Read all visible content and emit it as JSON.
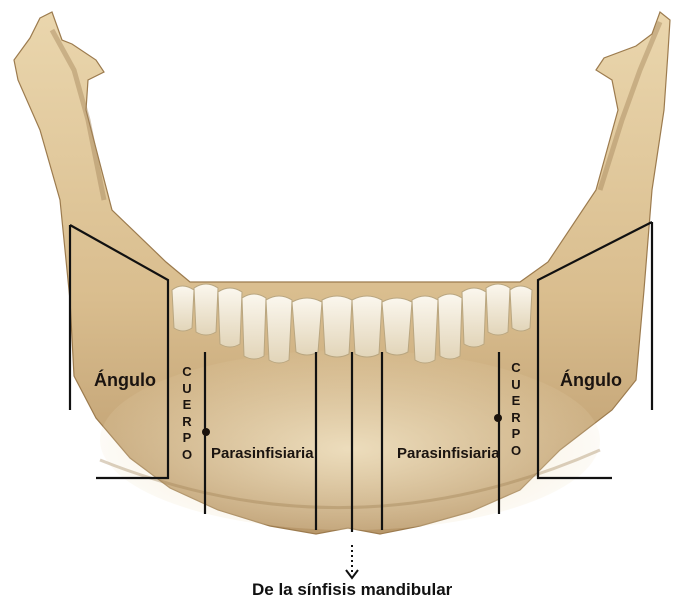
{
  "labels": {
    "angulo_left": "Ángulo",
    "angulo_right": "Ángulo",
    "cuerpo_left": [
      "C",
      "U",
      "E",
      "R",
      "P",
      "O"
    ],
    "cuerpo_right": [
      "C",
      "U",
      "E",
      "R",
      "P",
      "O"
    ],
    "parasinfisiaria_left": "Parasinfisiaria",
    "parasinfisiaria_right": "Parasinfisiaria",
    "sinfisis": "De la sínfisis mandibular"
  },
  "colors": {
    "bone": "#dcc193",
    "bone_light": "#ecdbb8",
    "bone_shadow": "#a9885a",
    "teeth": "#f3ecdc",
    "lines": "#111111"
  }
}
